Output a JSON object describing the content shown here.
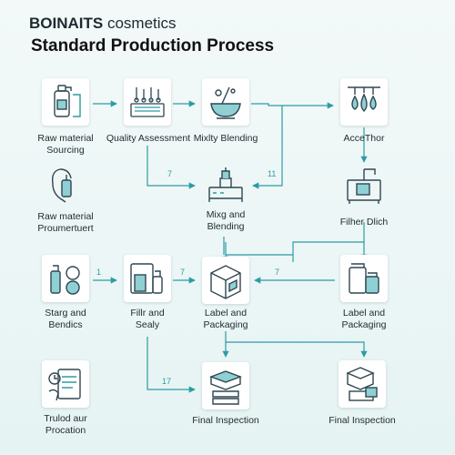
{
  "header": {
    "brand_name": "BOINAITS",
    "brand_suffix": "cosmetics",
    "title": "Standard Production Process"
  },
  "colors": {
    "accent": "#2b9ca4",
    "icon": "#2f4650"
  },
  "steps": {
    "raw_material_sourcing": {
      "line1": "Raw material",
      "line2": "Sourcing",
      "icon": "bottle-icon"
    },
    "quality_assessment": {
      "label": "Quality Assessment",
      "icon": "lab-icon"
    },
    "mixlty_blending": {
      "label": "Mixlty Blending",
      "icon": "mixing-bowl-icon"
    },
    "acce_thor": {
      "label": "AcceThor",
      "icon": "droplets-icon"
    },
    "raw_material_proumertuert": {
      "line1": "Raw material",
      "line2": "Proumertuert",
      "icon": "face-serum-icon"
    },
    "mixg_blending": {
      "line1": "Mixg and",
      "line2": "Blending",
      "icon": "machine-icon"
    },
    "filher_dlich": {
      "label": "Filher Dlich",
      "icon": "filter-machine-icon"
    },
    "starg_bendics": {
      "line1": "Starg and",
      "line2": "Bendics",
      "icon": "bottles-icon"
    },
    "fillr_sealy": {
      "line1": "Fillr and",
      "line2": "Sealy",
      "icon": "filling-icon"
    },
    "label_packaging_1": {
      "line1": "Label and",
      "line2": "Packaging",
      "icon": "box-icon"
    },
    "label_packaging_2": {
      "line1": "Label and",
      "line2": "Packaging",
      "icon": "jars-icon"
    },
    "trulod_procation": {
      "line1": "Trulod aur",
      "line2": "Procation",
      "icon": "checklist-icon"
    },
    "final_inspection_1": {
      "label": "Final Inspection",
      "icon": "stacked-boxes-icon"
    },
    "final_inspection_2": {
      "label": "Final Inspection",
      "icon": "open-boxes-icon"
    }
  },
  "marks": {
    "m1": "7",
    "m2": "11",
    "m3": "1",
    "m4": "7",
    "m5": "7",
    "m6": "17"
  }
}
